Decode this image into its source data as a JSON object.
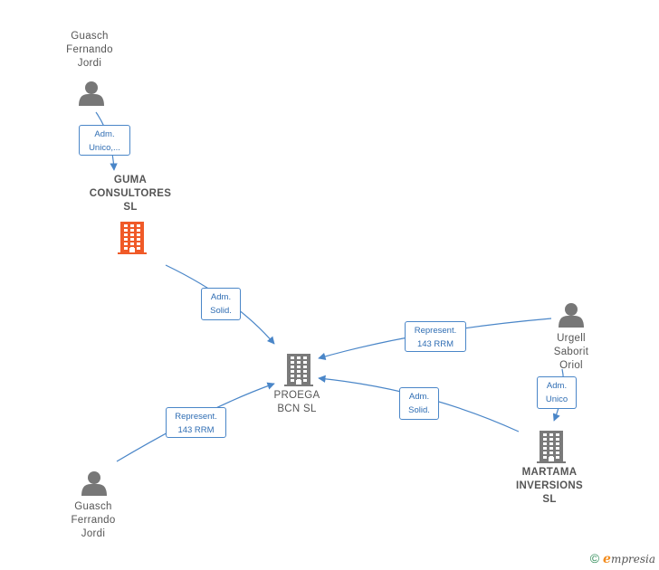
{
  "colors": {
    "edge": "#4a86c8",
    "person": "#777777",
    "company": "#7a7a7a",
    "highlight_company": "#f05a28"
  },
  "nodes": [
    {
      "id": "guasch_top",
      "type": "person",
      "label": "Guasch\nFernando\nJordi",
      "icon": "person-icon"
    },
    {
      "id": "guma",
      "type": "company",
      "label": "GUMA\nCONSULTORES\nSL",
      "highlight": true,
      "icon": "building-icon"
    },
    {
      "id": "proega",
      "type": "company",
      "label": "PROEGA\nBCN  SL",
      "icon": "building-icon"
    },
    {
      "id": "urgell",
      "type": "person",
      "label": "Urgell\nSaborit\nOriol",
      "icon": "person-icon"
    },
    {
      "id": "martama",
      "type": "company",
      "label": "MARTAMA\nINVERSIONS\nSL",
      "icon": "building-icon"
    },
    {
      "id": "guasch_bottom",
      "type": "person",
      "label": "Guasch\nFerrando\nJordi",
      "icon": "person-icon"
    }
  ],
  "edges": [
    {
      "from": "guasch_top",
      "to": "guma",
      "label": "Adm.\nUnico,..."
    },
    {
      "from": "guma",
      "to": "proega",
      "label": "Adm.\nSolid."
    },
    {
      "from": "urgell",
      "to": "proega",
      "label": "Represent.\n143 RRM"
    },
    {
      "from": "martama",
      "to": "proega",
      "label": "Adm.\nSolid."
    },
    {
      "from": "guasch_bottom",
      "to": "proega",
      "label": "Represent.\n143 RRM"
    },
    {
      "from": "urgell",
      "to": "martama",
      "label": "Adm.\nUnico"
    }
  ],
  "footer": {
    "copyright": "©",
    "brand_initial": "e",
    "brand_rest": "mpresia"
  }
}
